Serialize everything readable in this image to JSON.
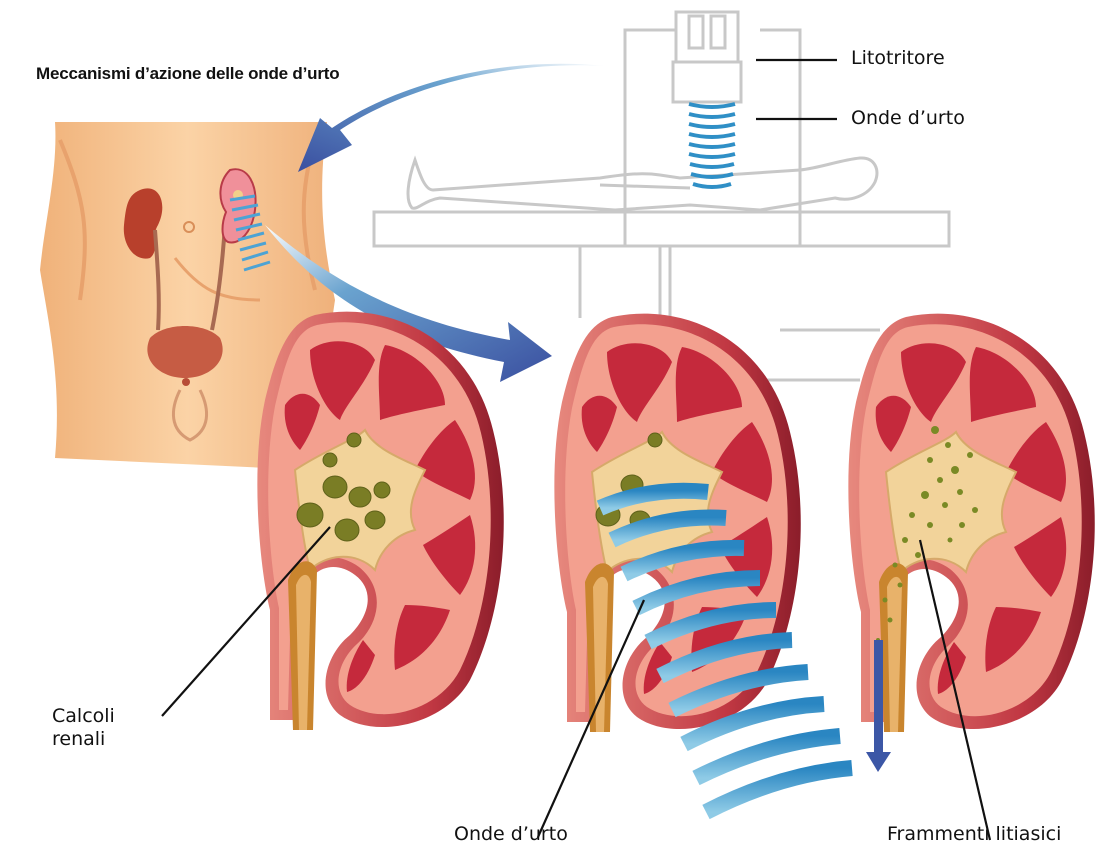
{
  "title": "Meccanismi d’azione delle onde d’urto",
  "labels": {
    "lithotripter": "Litotritore",
    "shock_waves_top": "Onde d’urto",
    "kidney_stones": "Calcoli\nrenali",
    "shock_waves_bottom": "Onde d’urto",
    "stone_fragments": "Frammenti litiasici"
  },
  "colors": {
    "skin": "#f5c18f",
    "kidney_outer": "#b8343f",
    "kidney_cortex": "#f4a395",
    "medulla": "#c4283b",
    "pelvis": "#f2d6a0",
    "stone": "#7a7d25",
    "wave": "#2f8fc6",
    "arrow": "#3c57a6",
    "machine": "#c8c8c8"
  }
}
